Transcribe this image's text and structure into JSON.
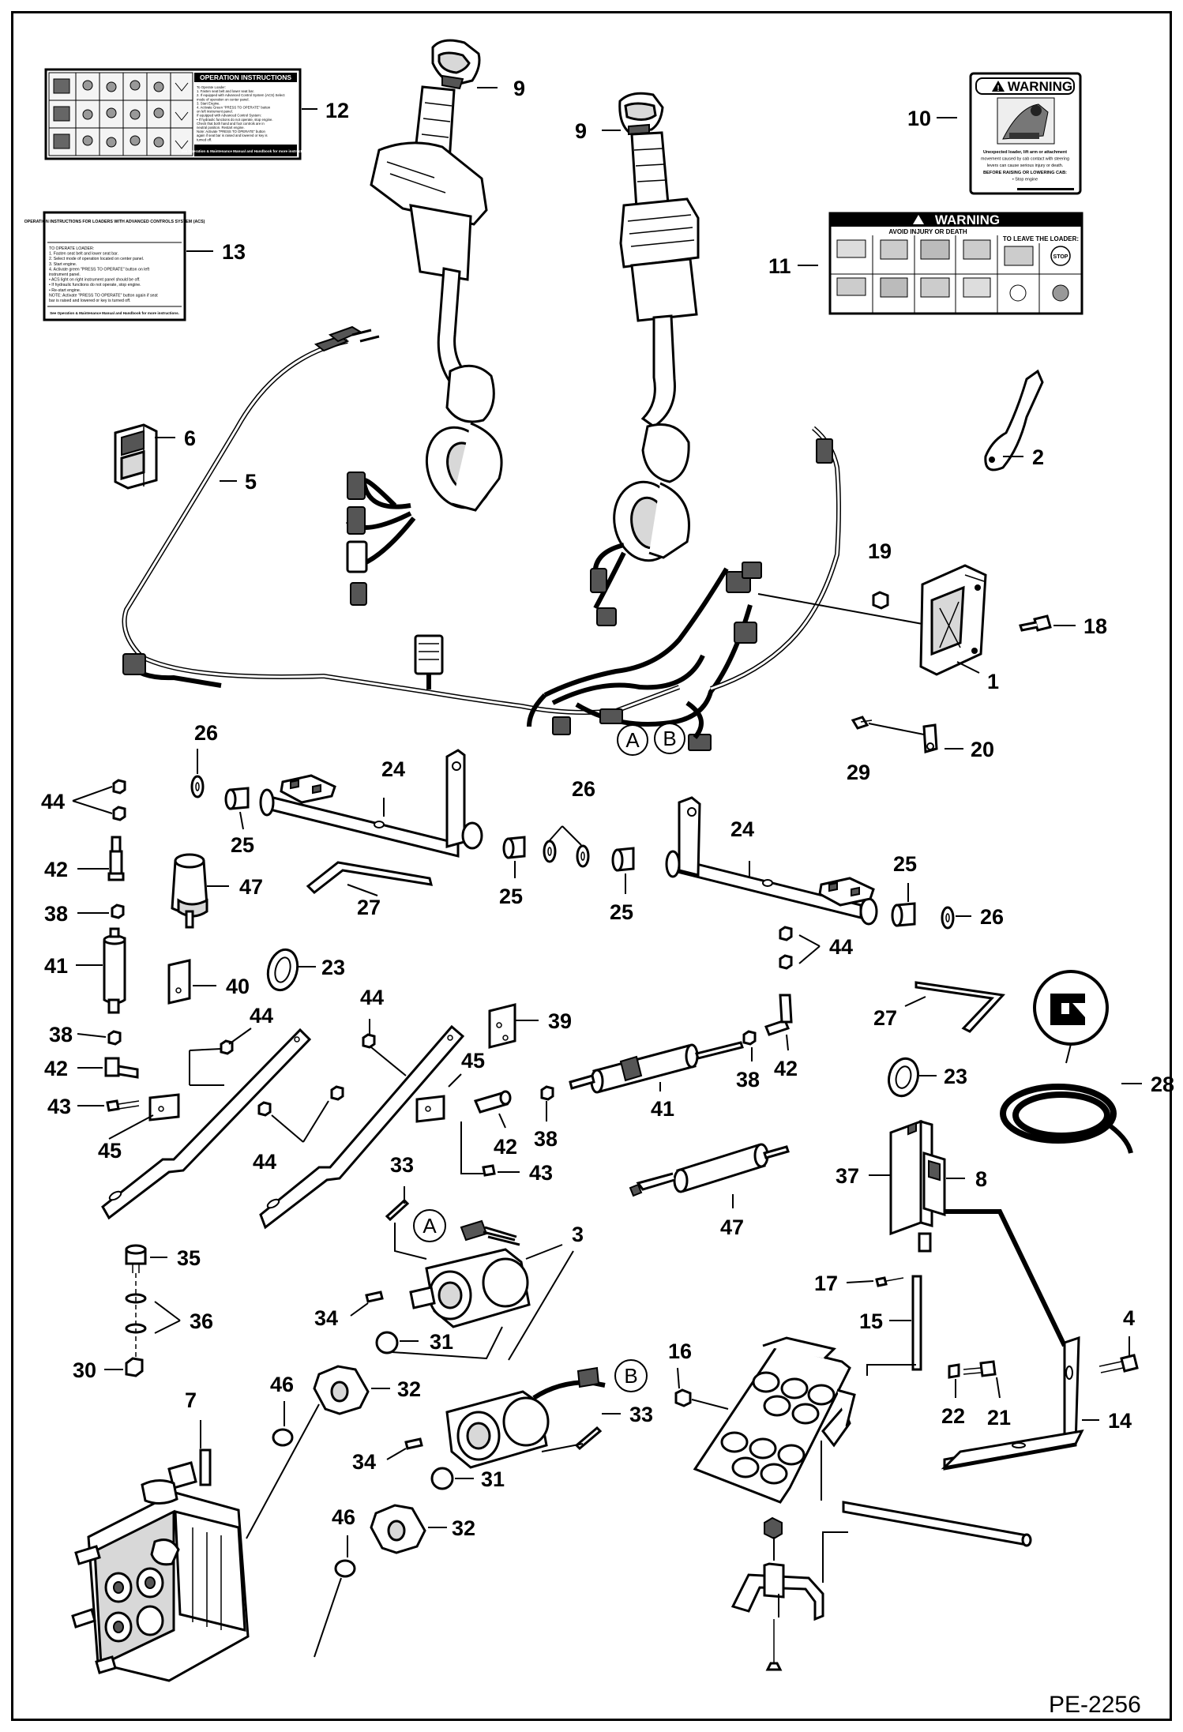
{
  "drawing_id": "PE-2256",
  "callouts": {
    "c1": "1",
    "c2": "2",
    "c3": "3",
    "c4": "4",
    "c5": "5",
    "c6": "6",
    "c7": "7",
    "c8": "8",
    "c9a": "9",
    "c9b": "9",
    "c10": "10",
    "c11": "11",
    "c12": "12",
    "c13": "13",
    "c14": "14",
    "c15": "15",
    "c16": "16",
    "c17": "17",
    "c18": "18",
    "c19": "19",
    "c20": "20",
    "c21": "21",
    "c22": "22",
    "c23a": "23",
    "c23b": "23",
    "c24a": "24",
    "c24b": "24",
    "c25a": "25",
    "c25b": "25",
    "c25c": "25",
    "c25d": "25",
    "c26a": "26",
    "c26b": "26",
    "c26c": "26",
    "c27a": "27",
    "c27b": "27",
    "c28": "28",
    "c29": "29",
    "c30": "30",
    "c31a": "31",
    "c31b": "31",
    "c32a": "32",
    "c32b": "32",
    "c33a": "33",
    "c33b": "33",
    "c34a": "34",
    "c34b": "34",
    "c35": "35",
    "c36": "36",
    "c37": "37",
    "c38a": "38",
    "c38b": "38",
    "c38c": "38",
    "c38d": "38",
    "c39": "39",
    "c40": "40",
    "c41a": "41",
    "c41b": "41",
    "c42a": "42",
    "c42b": "42",
    "c42c": "42",
    "c42d": "42",
    "c43a": "43",
    "c43b": "43",
    "c44a": "44",
    "c44b": "44",
    "c44c": "44",
    "c44d": "44",
    "c44e": "44",
    "c45a": "45",
    "c45b": "45",
    "c46a": "46",
    "c46b": "46",
    "c47a": "47",
    "c47b": "47"
  },
  "connectors": {
    "a_top": "A",
    "b_top": "B",
    "a_mid": "A",
    "b_mid": "B"
  },
  "decal_12": {
    "title": "OPERATION INSTRUCTIONS",
    "lines": [
      "To Operate Loader:",
      "1. Fasten seat belt and lower seat bar.",
      "2. If equipped with Advanced Control System (ACS) Select",
      "mode of operation on center panel.",
      "3. Start Engine.",
      "4. Activate Green \"PRESS TO OPERATE\" button",
      "on left instrument panel.",
      "If equipped with Advanced Control System:",
      "• If hydraulic functions do not operate, stop engine.",
      "Check that both hand and foot controls are in",
      "neutral position. Restart engine.",
      "Note: Activate \"PRESS TO OPERATE\" button",
      "again if seat bar is raised and lowered or key is",
      "turned off."
    ],
    "footer": "See Operation & Maintenance Manual and Handbook for more instructions."
  },
  "decal_13": {
    "title": "OPERATION INSTRUCTIONS FOR LOADERS WITH ADVANCED CONTROLS SYSTEM (ACS)",
    "lines": [
      "TO OPERATE LOADER:",
      "1. Fasten seat belt and lower seat bar.",
      "2. Select mode of operation located on center panel.",
      "3. Start engine.",
      "4. Activate green \"PRESS TO OPERATE\" button on left",
      "instrument panel.",
      "• ACS light on right instrument panel should be off.",
      "• If hydraulic functions do not operate, stop engine.",
      "• Re-start engine.",
      "NOTE: Activate \"PRESS TO OPERATE\" button again if seat",
      "bar is raised and lowered or key is turned off."
    ],
    "footer": "See Operation & Maintenance Manual and Handbook for more instructions."
  },
  "decal_10": {
    "heading": "WARNING",
    "lines": [
      "Unexpected loader, lift arm or attachment",
      "movement caused by cab contact with steering",
      "levers can cause serious injury or death.",
      "BEFORE RAISING OR LOWERING CAB:",
      "• Stop engine"
    ]
  },
  "decal_11": {
    "heading": "WARNING",
    "subheading": "AVOID INJURY OR DEATH",
    "right_heading": "TO LEAVE THE LOADER:",
    "stop_label": "STOP"
  },
  "colors": {
    "ink": "#000000",
    "paper": "#ffffff",
    "shade": "#d8d8d8"
  }
}
